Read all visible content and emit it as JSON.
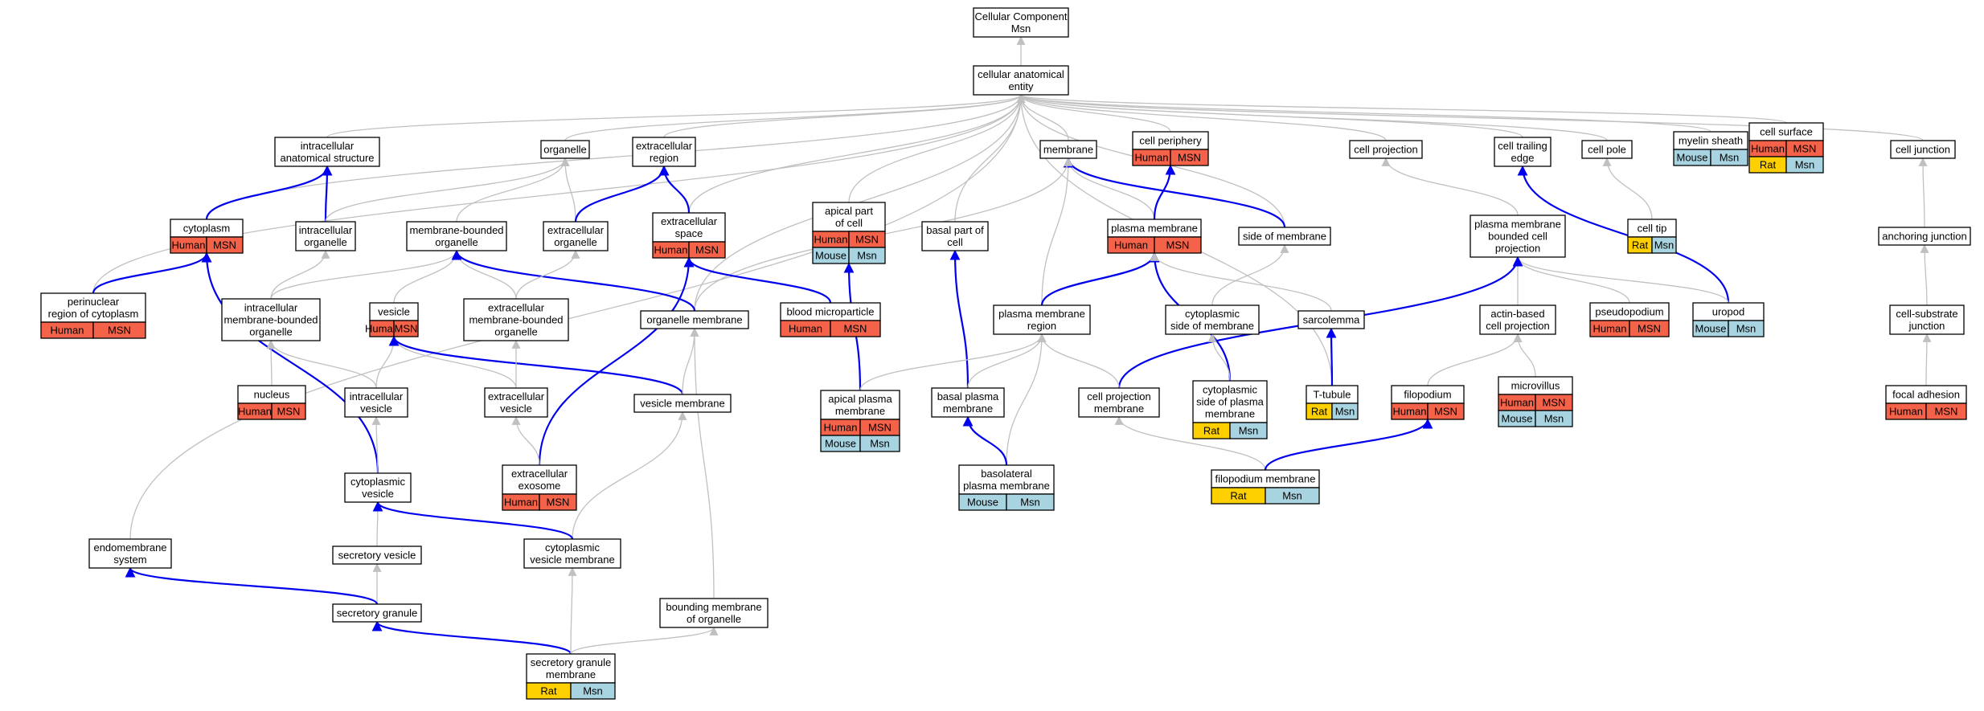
{
  "colors": {
    "Human": "#f4624a",
    "MSN": "#f4624a",
    "Mouse": "#a8d4e2",
    "Msn": "#a8d4e2",
    "Rat": "#ffd000",
    "gray_edge": "#c0c0c0",
    "blue_edge": "#0000ee"
  },
  "nodes": [
    {
      "id": "root",
      "label": [
        "Cellular Component",
        "Msn"
      ],
      "tags": []
    },
    {
      "id": "cae",
      "label": [
        "cellular anatomical",
        "entity"
      ],
      "tags": []
    },
    {
      "id": "ias",
      "label": [
        "intracellular",
        "anatomical structure"
      ],
      "tags": []
    },
    {
      "id": "organelle",
      "label": [
        "organelle"
      ],
      "tags": []
    },
    {
      "id": "exreg",
      "label": [
        "extracellular",
        "region"
      ],
      "tags": []
    },
    {
      "id": "membrane",
      "label": [
        "membrane"
      ],
      "tags": []
    },
    {
      "id": "cperiph",
      "label": [
        "cell periphery"
      ],
      "tags": [
        [
          "Human",
          "MSN"
        ]
      ]
    },
    {
      "id": "cproj",
      "label": [
        "cell projection"
      ],
      "tags": []
    },
    {
      "id": "ctrail",
      "label": [
        "cell trailing",
        "edge"
      ],
      "tags": []
    },
    {
      "id": "cpole",
      "label": [
        "cell pole"
      ],
      "tags": []
    },
    {
      "id": "myelin",
      "label": [
        "myelin sheath"
      ],
      "tags": [
        [
          "Mouse",
          "Msn"
        ]
      ]
    },
    {
      "id": "csurf",
      "label": [
        "cell surface"
      ],
      "tags": [
        [
          "Human",
          "MSN"
        ],
        [
          "Rat",
          "Msn"
        ]
      ]
    },
    {
      "id": "cjunc",
      "label": [
        "cell junction"
      ],
      "tags": []
    },
    {
      "id": "cytoplasm",
      "label": [
        "cytoplasm"
      ],
      "tags": [
        [
          "Human",
          "MSN"
        ]
      ]
    },
    {
      "id": "iorg",
      "label": [
        "intracellular",
        "organelle"
      ],
      "tags": []
    },
    {
      "id": "mbo",
      "label": [
        "membrane-bounded",
        "organelle"
      ],
      "tags": []
    },
    {
      "id": "exorg",
      "label": [
        "extracellular",
        "organelle"
      ],
      "tags": []
    },
    {
      "id": "exspace",
      "label": [
        "extracellular",
        "space"
      ],
      "tags": [
        [
          "Human",
          "MSN"
        ]
      ]
    },
    {
      "id": "apical",
      "label": [
        "apical part",
        "of cell"
      ],
      "tags": [
        [
          "Human",
          "MSN"
        ],
        [
          "Mouse",
          "Msn"
        ]
      ]
    },
    {
      "id": "basal",
      "label": [
        "basal part of",
        "cell"
      ],
      "tags": []
    },
    {
      "id": "pm",
      "label": [
        "plasma membrane"
      ],
      "tags": [
        [
          "Human",
          "MSN"
        ]
      ]
    },
    {
      "id": "sidemem",
      "label": [
        "side of membrane"
      ],
      "tags": []
    },
    {
      "id": "pmbcp",
      "label": [
        "plasma membrane",
        "bounded cell",
        "projection"
      ],
      "tags": []
    },
    {
      "id": "ctip",
      "label": [
        "cell tip"
      ],
      "tags": [
        [
          "Rat",
          "Msn"
        ]
      ]
    },
    {
      "id": "ajunc",
      "label": [
        "anchoring junction"
      ],
      "tags": []
    },
    {
      "id": "perinuc",
      "label": [
        "perinuclear",
        "region of cytoplasm"
      ],
      "tags": [
        [
          "Human",
          "MSN"
        ]
      ]
    },
    {
      "id": "imbo",
      "label": [
        "intracellular",
        "membrane-bounded",
        "organelle"
      ],
      "tags": []
    },
    {
      "id": "vesicle",
      "label": [
        "vesicle"
      ],
      "tags": [
        [
          "Human",
          "MSN"
        ]
      ]
    },
    {
      "id": "embo",
      "label": [
        "extracellular",
        "membrane-bounded",
        "organelle"
      ],
      "tags": []
    },
    {
      "id": "orgmem",
      "label": [
        "organelle membrane"
      ],
      "tags": []
    },
    {
      "id": "bmp",
      "label": [
        "blood microparticle"
      ],
      "tags": [
        [
          "Human",
          "MSN"
        ]
      ]
    },
    {
      "id": "pmr",
      "label": [
        "plasma membrane",
        "region"
      ],
      "tags": []
    },
    {
      "id": "cytsm",
      "label": [
        "cytoplasmic",
        "side of membrane"
      ],
      "tags": []
    },
    {
      "id": "sarco",
      "label": [
        "sarcolemma"
      ],
      "tags": []
    },
    {
      "id": "actin",
      "label": [
        "actin-based",
        "cell projection"
      ],
      "tags": []
    },
    {
      "id": "pseudo",
      "label": [
        "pseudopodium"
      ],
      "tags": [
        [
          "Human",
          "MSN"
        ]
      ]
    },
    {
      "id": "uropod",
      "label": [
        "uropod"
      ],
      "tags": [
        [
          "Mouse",
          "Msn"
        ]
      ]
    },
    {
      "id": "csj",
      "label": [
        "cell-substrate",
        "junction"
      ],
      "tags": []
    },
    {
      "id": "nucleus",
      "label": [
        "nucleus"
      ],
      "tags": [
        [
          "Human",
          "MSN"
        ]
      ]
    },
    {
      "id": "ives",
      "label": [
        "intracellular",
        "vesicle"
      ],
      "tags": []
    },
    {
      "id": "exves",
      "label": [
        "extracellular",
        "vesicle"
      ],
      "tags": []
    },
    {
      "id": "vesmem",
      "label": [
        "vesicle membrane"
      ],
      "tags": []
    },
    {
      "id": "apm",
      "label": [
        "apical plasma",
        "membrane"
      ],
      "tags": [
        [
          "Human",
          "MSN"
        ],
        [
          "Mouse",
          "Msn"
        ]
      ]
    },
    {
      "id": "bpm",
      "label": [
        "basal plasma",
        "membrane"
      ],
      "tags": []
    },
    {
      "id": "cpm",
      "label": [
        "cell projection",
        "membrane"
      ],
      "tags": []
    },
    {
      "id": "cspm",
      "label": [
        "cytoplasmic",
        "side of plasma",
        "membrane"
      ],
      "tags": [
        [
          "Rat",
          "Msn"
        ]
      ]
    },
    {
      "id": "ttub",
      "label": [
        "T-tubule"
      ],
      "tags": [
        [
          "Rat",
          "Msn"
        ]
      ]
    },
    {
      "id": "filo",
      "label": [
        "filopodium"
      ],
      "tags": [
        [
          "Human",
          "MSN"
        ]
      ]
    },
    {
      "id": "micro",
      "label": [
        "microvillus"
      ],
      "tags": [
        [
          "Human",
          "MSN"
        ],
        [
          "Mouse",
          "Msn"
        ]
      ]
    },
    {
      "id": "fadh",
      "label": [
        "focal adhesion"
      ],
      "tags": [
        [
          "Human",
          "MSN"
        ]
      ]
    },
    {
      "id": "cytves",
      "label": [
        "cytoplasmic",
        "vesicle"
      ],
      "tags": []
    },
    {
      "id": "exo",
      "label": [
        "extracellular",
        "exosome"
      ],
      "tags": [
        [
          "Human",
          "MSN"
        ]
      ]
    },
    {
      "id": "blpm",
      "label": [
        "basolateral",
        "plasma membrane"
      ],
      "tags": [
        [
          "Mouse",
          "Msn"
        ]
      ]
    },
    {
      "id": "filomem",
      "label": [
        "filopodium membrane"
      ],
      "tags": [
        [
          "Rat",
          "Msn"
        ]
      ]
    },
    {
      "id": "endo",
      "label": [
        "endomembrane",
        "system"
      ],
      "tags": []
    },
    {
      "id": "secves",
      "label": [
        "secretory vesicle"
      ],
      "tags": []
    },
    {
      "id": "cvm",
      "label": [
        "cytoplasmic",
        "vesicle membrane"
      ],
      "tags": []
    },
    {
      "id": "secgran",
      "label": [
        "secretory granule"
      ],
      "tags": []
    },
    {
      "id": "bmo",
      "label": [
        "bounding membrane",
        "of organelle"
      ],
      "tags": []
    },
    {
      "id": "sgm",
      "label": [
        "secretory granule",
        "membrane"
      ],
      "tags": [
        [
          "Rat",
          "Msn"
        ]
      ]
    }
  ],
  "edges": [
    {
      "from": "cae",
      "to": "root",
      "blue": false
    },
    {
      "from": "ias",
      "to": "cae",
      "blue": false
    },
    {
      "from": "organelle",
      "to": "cae",
      "blue": false
    },
    {
      "from": "exreg",
      "to": "cae",
      "blue": false
    },
    {
      "from": "membrane",
      "to": "cae",
      "blue": false
    },
    {
      "from": "cperiph",
      "to": "cae",
      "blue": false
    },
    {
      "from": "cproj",
      "to": "cae",
      "blue": false
    },
    {
      "from": "ctrail",
      "to": "cae",
      "blue": false
    },
    {
      "from": "cpole",
      "to": "cae",
      "blue": false
    },
    {
      "from": "myelin",
      "to": "cae",
      "blue": false
    },
    {
      "from": "csurf",
      "to": "cae",
      "blue": false
    },
    {
      "from": "cjunc",
      "to": "cae",
      "blue": false
    },
    {
      "from": "cytoplasm",
      "to": "cae",
      "blue": false
    },
    {
      "from": "perinuc",
      "to": "cae",
      "blue": false
    },
    {
      "from": "endo",
      "to": "cae",
      "blue": false
    },
    {
      "from": "exspace",
      "to": "cae",
      "blue": false
    },
    {
      "from": "apical",
      "to": "cae",
      "blue": false
    },
    {
      "from": "basal",
      "to": "cae",
      "blue": false
    },
    {
      "from": "sidemem",
      "to": "cae",
      "blue": false
    },
    {
      "from": "ttub",
      "to": "cae",
      "blue": false
    },
    {
      "from": "orgmem",
      "to": "cae",
      "blue": false
    },
    {
      "from": "cytoplasm",
      "to": "ias",
      "blue": true
    },
    {
      "from": "iorg",
      "to": "ias",
      "blue": true
    },
    {
      "from": "iorg",
      "to": "organelle",
      "blue": false
    },
    {
      "from": "mbo",
      "to": "organelle",
      "blue": false
    },
    {
      "from": "exorg",
      "to": "organelle",
      "blue": false
    },
    {
      "from": "exorg",
      "to": "exreg",
      "blue": true
    },
    {
      "from": "exspace",
      "to": "exreg",
      "blue": true
    },
    {
      "from": "pm",
      "to": "membrane",
      "blue": false
    },
    {
      "from": "pmr",
      "to": "membrane",
      "blue": false
    },
    {
      "from": "sidemem",
      "to": "membrane",
      "blue": true
    },
    {
      "from": "orgmem",
      "to": "membrane",
      "blue": false
    },
    {
      "from": "pm",
      "to": "cperiph",
      "blue": true
    },
    {
      "from": "pmbcp",
      "to": "cproj",
      "blue": false
    },
    {
      "from": "uropod",
      "to": "ctrail",
      "blue": true
    },
    {
      "from": "ctip",
      "to": "cpole",
      "blue": false
    },
    {
      "from": "ajunc",
      "to": "cjunc",
      "blue": false
    },
    {
      "from": "csj",
      "to": "ajunc",
      "blue": false
    },
    {
      "from": "fadh",
      "to": "csj",
      "blue": false
    },
    {
      "from": "perinuc",
      "to": "cytoplasm",
      "blue": true
    },
    {
      "from": "cytves",
      "to": "cytoplasm",
      "blue": true
    },
    {
      "from": "imbo",
      "to": "iorg",
      "blue": false
    },
    {
      "from": "imbo",
      "to": "mbo",
      "blue": false
    },
    {
      "from": "vesicle",
      "to": "mbo",
      "blue": false
    },
    {
      "from": "embo",
      "to": "mbo",
      "blue": false
    },
    {
      "from": "orgmem",
      "to": "mbo",
      "blue": true
    },
    {
      "from": "embo",
      "to": "exorg",
      "blue": false
    },
    {
      "from": "exo",
      "to": "exspace",
      "blue": true
    },
    {
      "from": "bmp",
      "to": "exspace",
      "blue": true
    },
    {
      "from": "apm",
      "to": "apical",
      "blue": true
    },
    {
      "from": "bpm",
      "to": "basal",
      "blue": true
    },
    {
      "from": "pmr",
      "to": "pm",
      "blue": true
    },
    {
      "from": "cspm",
      "to": "pm",
      "blue": true
    },
    {
      "from": "sarco",
      "to": "pm",
      "blue": false
    },
    {
      "from": "cytsm",
      "to": "sidemem",
      "blue": false
    },
    {
      "from": "actin",
      "to": "pmbcp",
      "blue": false
    },
    {
      "from": "pseudo",
      "to": "pmbcp",
      "blue": false
    },
    {
      "from": "uropod",
      "to": "pmbcp",
      "blue": false
    },
    {
      "from": "cpm",
      "to": "pmbcp",
      "blue": true
    },
    {
      "from": "nucleus",
      "to": "imbo",
      "blue": false
    },
    {
      "from": "ives",
      "to": "imbo",
      "blue": false
    },
    {
      "from": "ives",
      "to": "vesicle",
      "blue": false
    },
    {
      "from": "exves",
      "to": "vesicle",
      "blue": false
    },
    {
      "from": "vesmem",
      "to": "vesicle",
      "blue": true
    },
    {
      "from": "exves",
      "to": "embo",
      "blue": false
    },
    {
      "from": "vesmem",
      "to": "orgmem",
      "blue": false
    },
    {
      "from": "bmo",
      "to": "orgmem",
      "blue": false
    },
    {
      "from": "apm",
      "to": "pmr",
      "blue": false
    },
    {
      "from": "bpm",
      "to": "pmr",
      "blue": false
    },
    {
      "from": "blpm",
      "to": "pmr",
      "blue": false
    },
    {
      "from": "cpm",
      "to": "pmr",
      "blue": false
    },
    {
      "from": "cspm",
      "to": "cytsm",
      "blue": false
    },
    {
      "from": "ttub",
      "to": "sarco",
      "blue": true
    },
    {
      "from": "filo",
      "to": "actin",
      "blue": false
    },
    {
      "from": "micro",
      "to": "actin",
      "blue": false
    },
    {
      "from": "cytves",
      "to": "ives",
      "blue": false
    },
    {
      "from": "exo",
      "to": "exves",
      "blue": false
    },
    {
      "from": "cvm",
      "to": "vesmem",
      "blue": false
    },
    {
      "from": "blpm",
      "to": "bpm",
      "blue": true
    },
    {
      "from": "filomem",
      "to": "cpm",
      "blue": false
    },
    {
      "from": "filomem",
      "to": "filo",
      "blue": true
    },
    {
      "from": "secves",
      "to": "cytves",
      "blue": false
    },
    {
      "from": "cvm",
      "to": "cytves",
      "blue": true
    },
    {
      "from": "secgran",
      "to": "secves",
      "blue": false
    },
    {
      "from": "secgran",
      "to": "endo",
      "blue": true
    },
    {
      "from": "sgm",
      "to": "secgran",
      "blue": true
    },
    {
      "from": "sgm",
      "to": "cvm",
      "blue": false
    },
    {
      "from": "sgm",
      "to": "bmo",
      "blue": false
    }
  ]
}
